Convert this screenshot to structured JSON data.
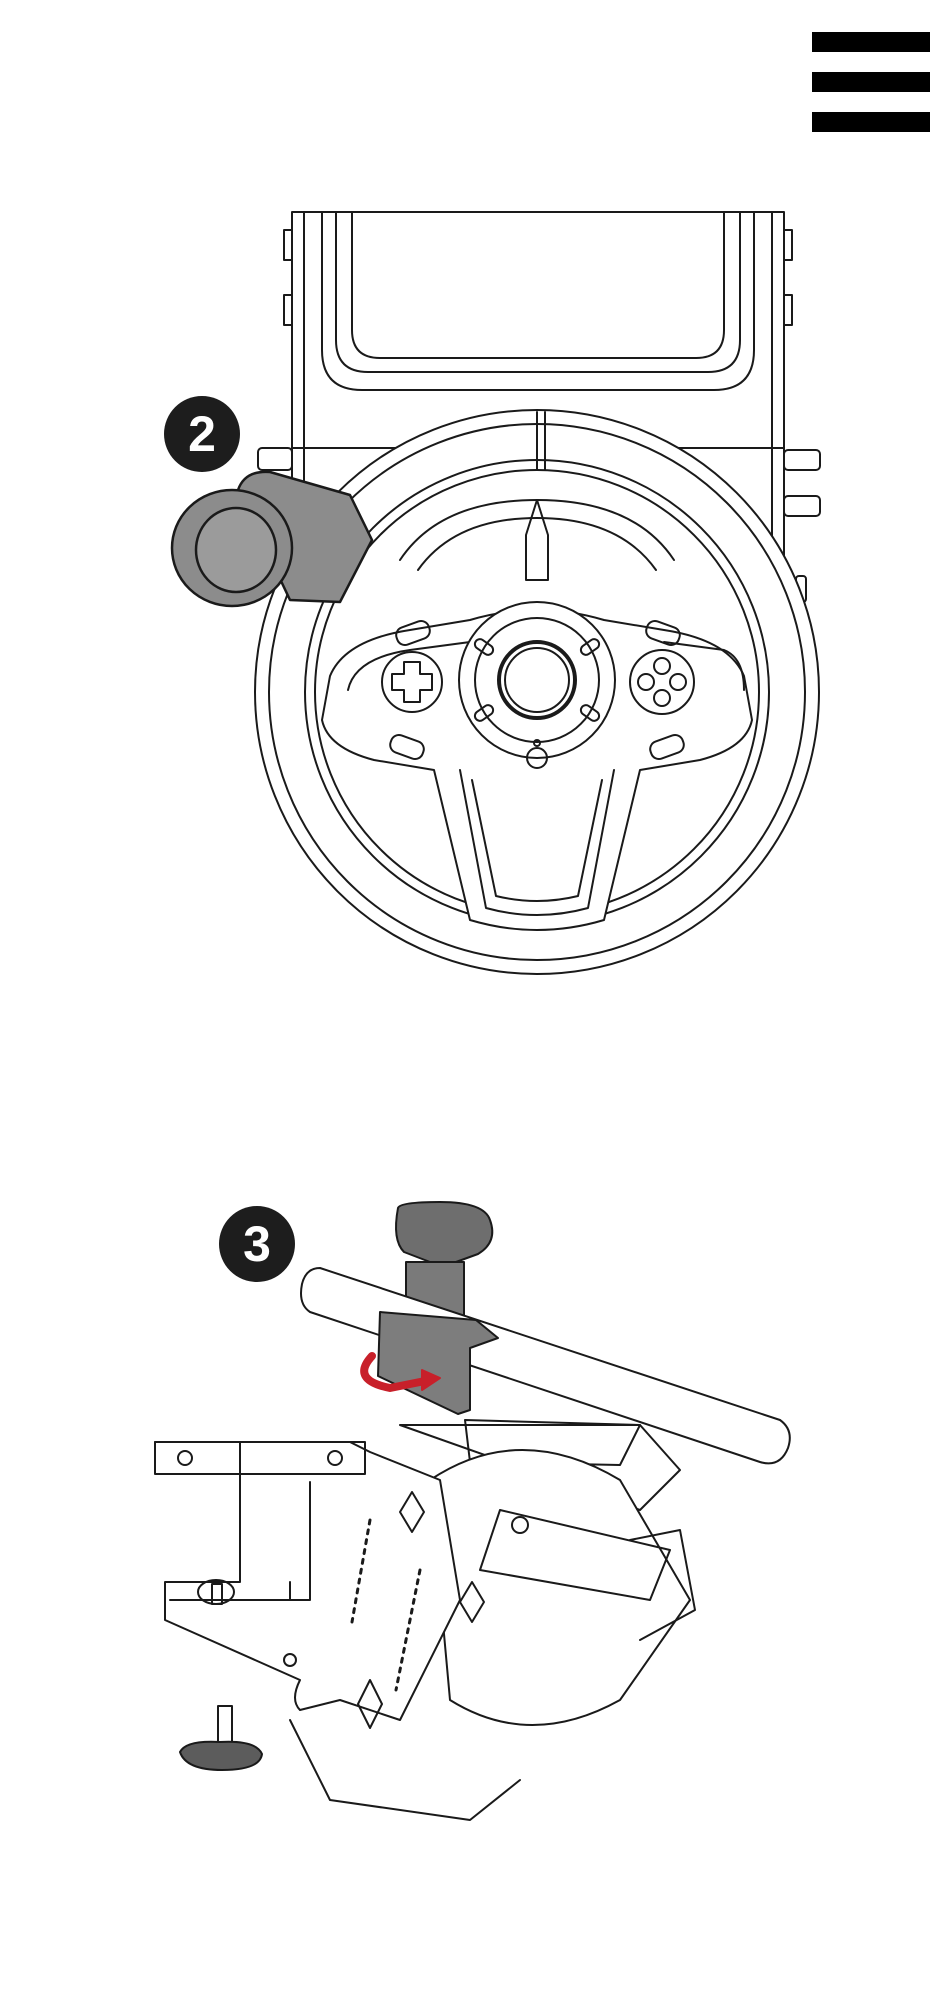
{
  "menu": {
    "icon": "hamburger-menu-icon"
  },
  "steps": [
    {
      "number": "2",
      "illustration": "racing-wheel-front-view-with-clamp"
    },
    {
      "number": "3",
      "illustration": "wheel-mount-clamp-tightening-side-view"
    }
  ],
  "colors": {
    "badge": "#1d1d1d",
    "clamp_gray": "#8c8c8c",
    "arrow_red": "#c8202a",
    "line": "#1a1a1a"
  }
}
